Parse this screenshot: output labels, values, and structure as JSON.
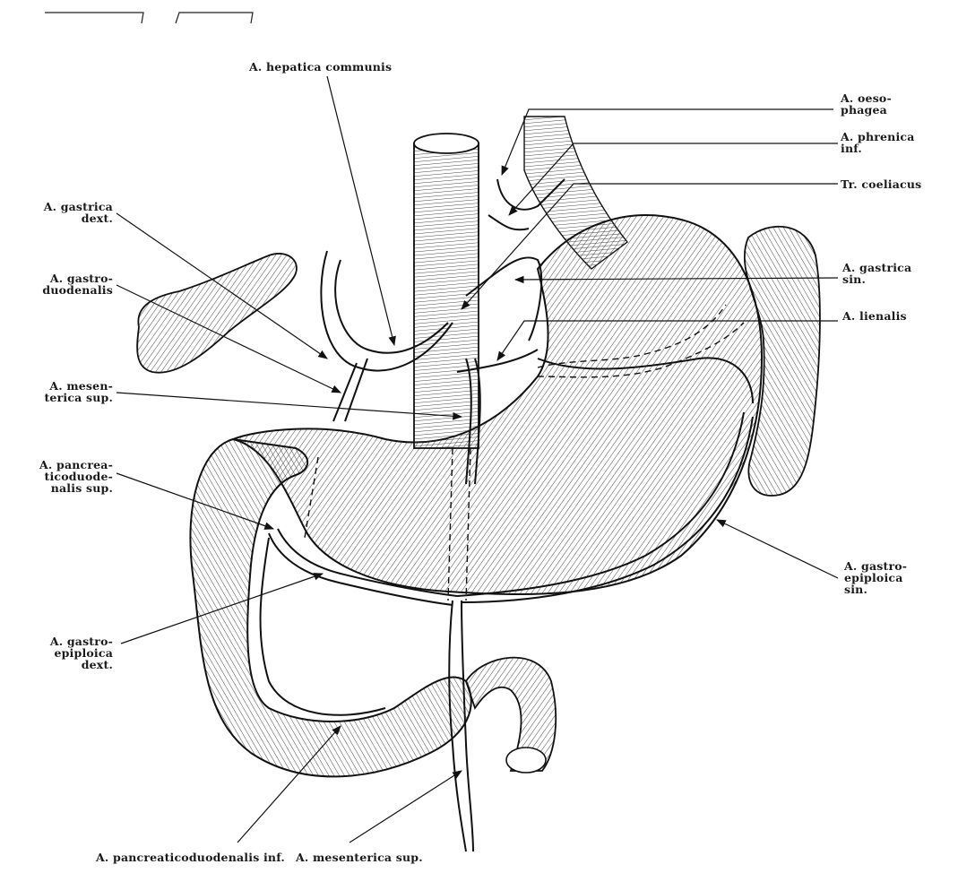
{
  "colors": {
    "ink": "#1a1a1a",
    "paper": "#ffffff"
  },
  "labels": {
    "hepatica_communis": "A. hepatica communis",
    "oesophagea": "A. oeso-\nphagea",
    "phrenica_inf": "A. phrenica\ninf.",
    "tr_coeliacus": "Tr. coeliacus",
    "gastrica_dext": "A. gastrica\ndext.",
    "gastroduodenalis": "A. gastro-\nduodenalis",
    "gastrica_sin": "A. gastrica\nsin.",
    "lienalis": "A. lienalis",
    "mesenterica_sup_left": "A. mesen-\nterica sup.",
    "pancreaticoduodenalis_sup": "A. pancrea-\nticoduode-\nnalis sup.",
    "gastroepiploica_sin": "A. gastro-\nepiploica\nsin.",
    "gastroepiploica_dext": "A. gastro-\nepiploica\ndext.",
    "pancreaticoduodenalis_inf": "A. pancreaticoduodenalis inf.",
    "mesenterica_sup_bottom": "A. mesenterica sup."
  }
}
